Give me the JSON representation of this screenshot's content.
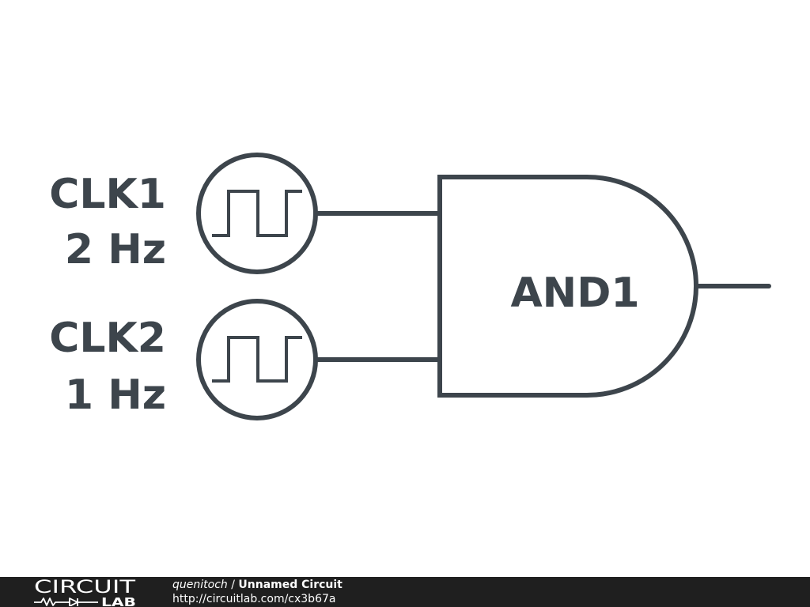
{
  "components": {
    "clk1": {
      "name": "CLK1",
      "frequency": "2 Hz"
    },
    "clk2": {
      "name": "CLK2",
      "frequency": "1 Hz"
    },
    "and_gate": {
      "name": "AND1"
    }
  },
  "footer": {
    "logo_top": "CIRCUIT",
    "logo_bottom": "LAB",
    "author": "quenitoch",
    "separator": " / ",
    "circuit_name": "Unnamed Circuit",
    "url": "http://circuitlab.com/cx3b67a"
  },
  "colors": {
    "stroke": "#3d454c",
    "background": "#ffffff",
    "footer_bg": "#1f1f1f",
    "footer_text": "#ffffff"
  }
}
